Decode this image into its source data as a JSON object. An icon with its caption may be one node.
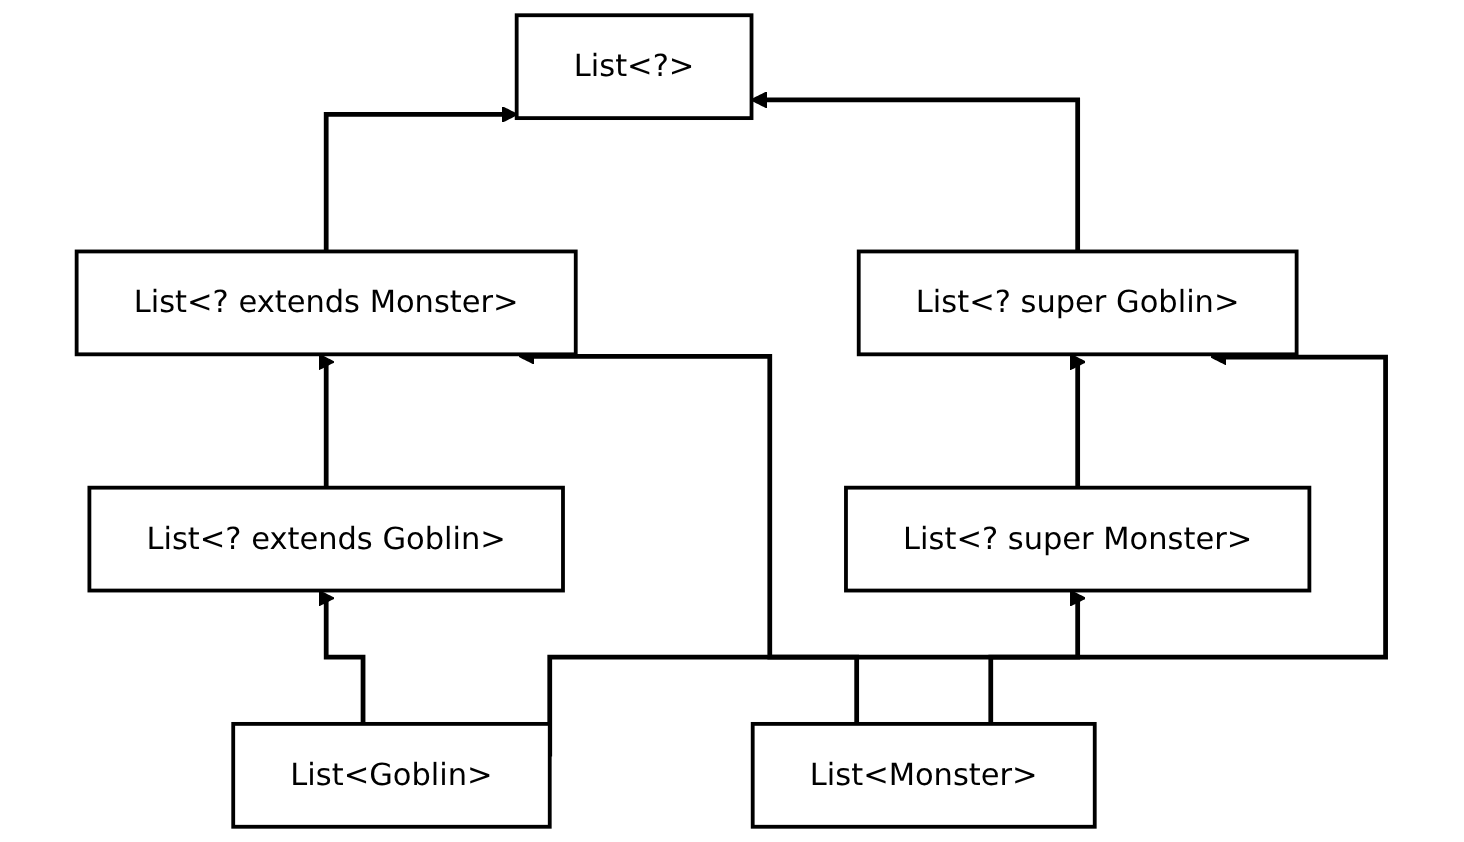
{
  "diagram": {
    "nodes": [
      {
        "text": [
          "List<?>"
        ]
      },
      {
        "text": [
          "List<? extends Monster>"
        ]
      },
      {
        "text": [
          "List<? super Goblin>"
        ]
      },
      {
        "text": [
          "List<? extends Goblin>"
        ]
      },
      {
        "text": [
          "List<? super Monster>"
        ]
      },
      {
        "text": [
          "List<Goblin>"
        ]
      },
      {
        "text": [
          "List<Monster>"
        ]
      }
    ],
    "edges": [
      {
        "from": 1,
        "to": 0,
        "arrow": "to"
      },
      {
        "from": 2,
        "to": 0,
        "arrow": "to"
      },
      {
        "from": 3,
        "to": 1,
        "arrow": "to"
      },
      {
        "from": 4,
        "to": 2,
        "arrow": "to"
      },
      {
        "from": 5,
        "to": 3,
        "arrow": "to"
      },
      {
        "from": 6,
        "to": 4,
        "arrow": "to"
      },
      {
        "from": 5,
        "to": 2,
        "arrow": "to"
      },
      {
        "from": 6,
        "to": 1,
        "arrow": "to"
      }
    ]
  }
}
